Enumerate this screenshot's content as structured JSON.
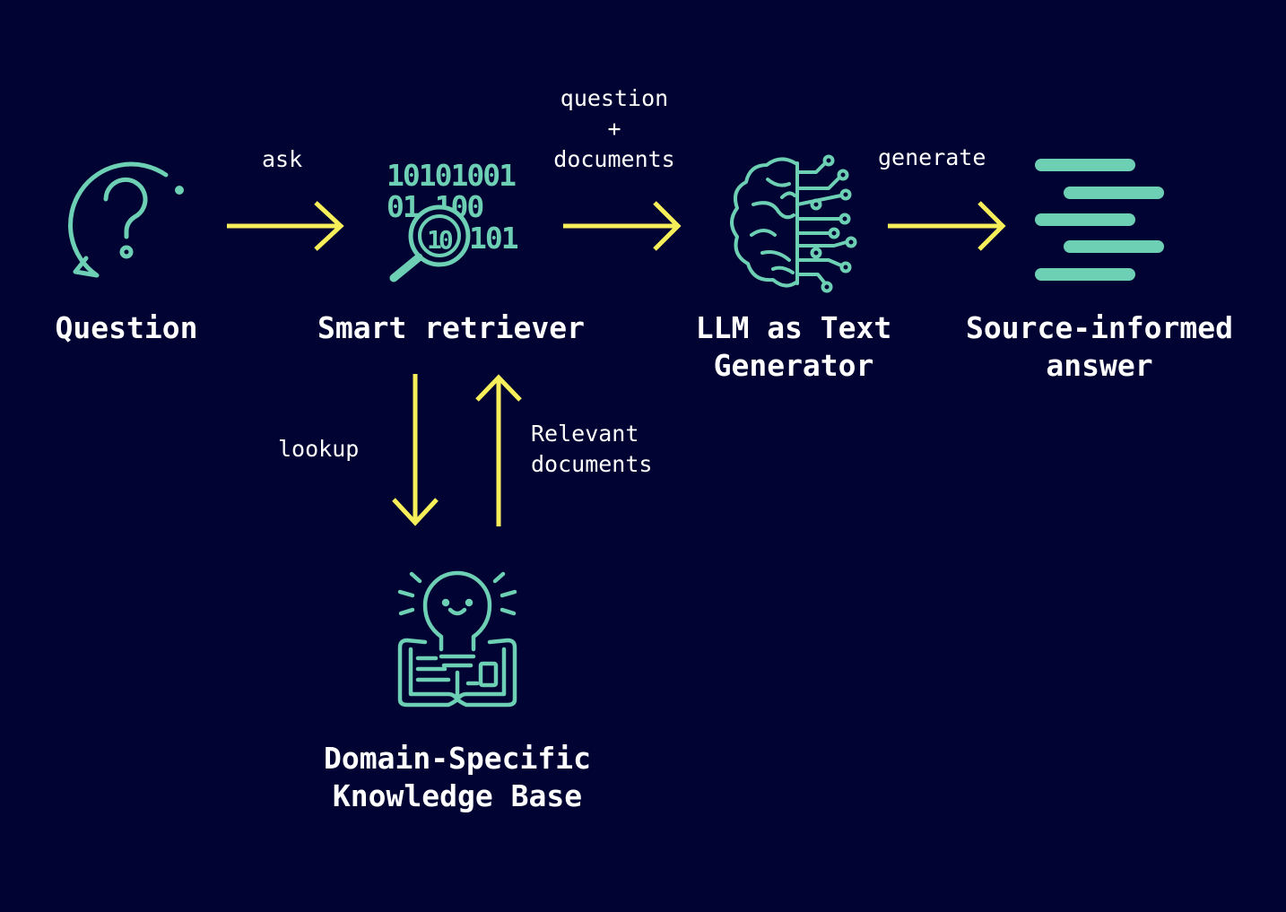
{
  "colors": {
    "background": "#010332",
    "arrow": "#f7ef5a",
    "icon": "#6dcfb4",
    "text": "#ffffff"
  },
  "nodes": {
    "question": {
      "label": "Question",
      "icon": "question-bubble-icon"
    },
    "retriever": {
      "label": "Smart retriever",
      "icon": "binary-search-icon"
    },
    "llm": {
      "line1": "LLM as Text",
      "line2": "Generator",
      "icon": "brain-circuit-icon"
    },
    "answer": {
      "line1": "Source-informed",
      "line2": "answer",
      "icon": "text-lines-icon"
    },
    "knowledge": {
      "line1": "Domain-Specific",
      "line2": "Knowledge Base",
      "icon": "lightbulb-book-icon"
    }
  },
  "edges": {
    "ask": "ask",
    "question_documents": {
      "line1": "question",
      "line2": "+",
      "line3": "documents"
    },
    "generate": "generate",
    "lookup": "lookup",
    "relevant_documents": {
      "line1": "Relevant",
      "line2": "documents"
    }
  }
}
